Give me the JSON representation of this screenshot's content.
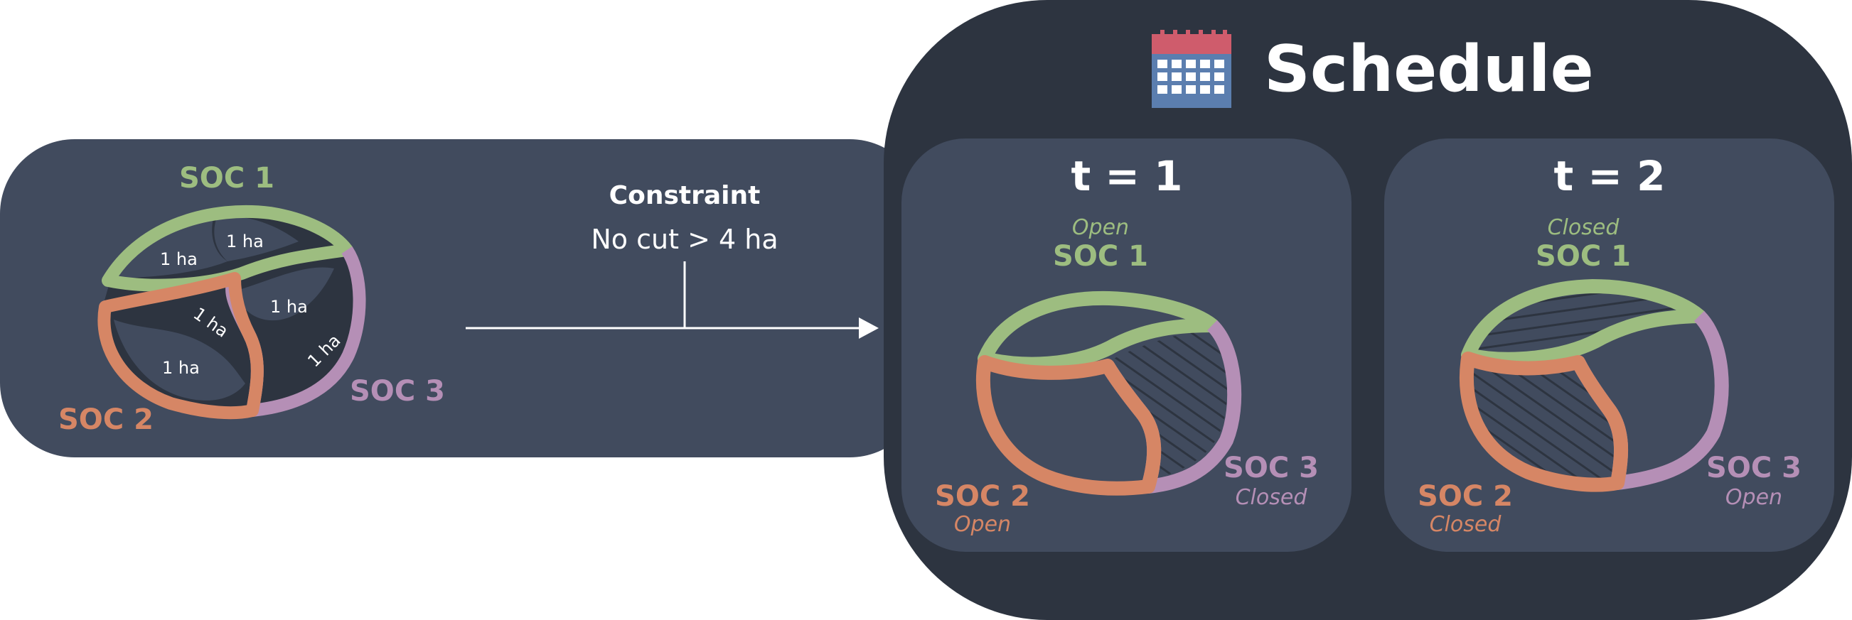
{
  "colors": {
    "panel": "#414b5e",
    "dark": "#2d3440",
    "soc1": "#9dbd80",
    "soc2": "#d68665",
    "soc3": "#b58fb6",
    "white": "#ffffff",
    "cal_red": "#cf5c6c",
    "cal_blue": "#5b7eaf"
  },
  "left_map": {
    "labels": {
      "soc1": "SOC 1",
      "soc2": "SOC 2",
      "soc3": "SOC 3"
    },
    "areas": [
      "1 ha",
      "1 ha",
      "1 ha",
      "1 ha",
      "1 ha",
      "1 ha"
    ]
  },
  "constraint": {
    "title": "Constraint",
    "text": "No cut > 4 ha"
  },
  "schedule": {
    "title": "Schedule",
    "icon": "calendar-icon",
    "periods": [
      {
        "label": "t = 1",
        "soc1": {
          "name": "SOC 1",
          "state": "Open"
        },
        "soc2": {
          "name": "SOC 2",
          "state": "Open"
        },
        "soc3": {
          "name": "SOC 3",
          "state": "Closed"
        }
      },
      {
        "label": "t = 2",
        "soc1": {
          "name": "SOC 1",
          "state": "Closed"
        },
        "soc2": {
          "name": "SOC 2",
          "state": "Closed"
        },
        "soc3": {
          "name": "SOC 3",
          "state": "Open"
        }
      }
    ]
  }
}
